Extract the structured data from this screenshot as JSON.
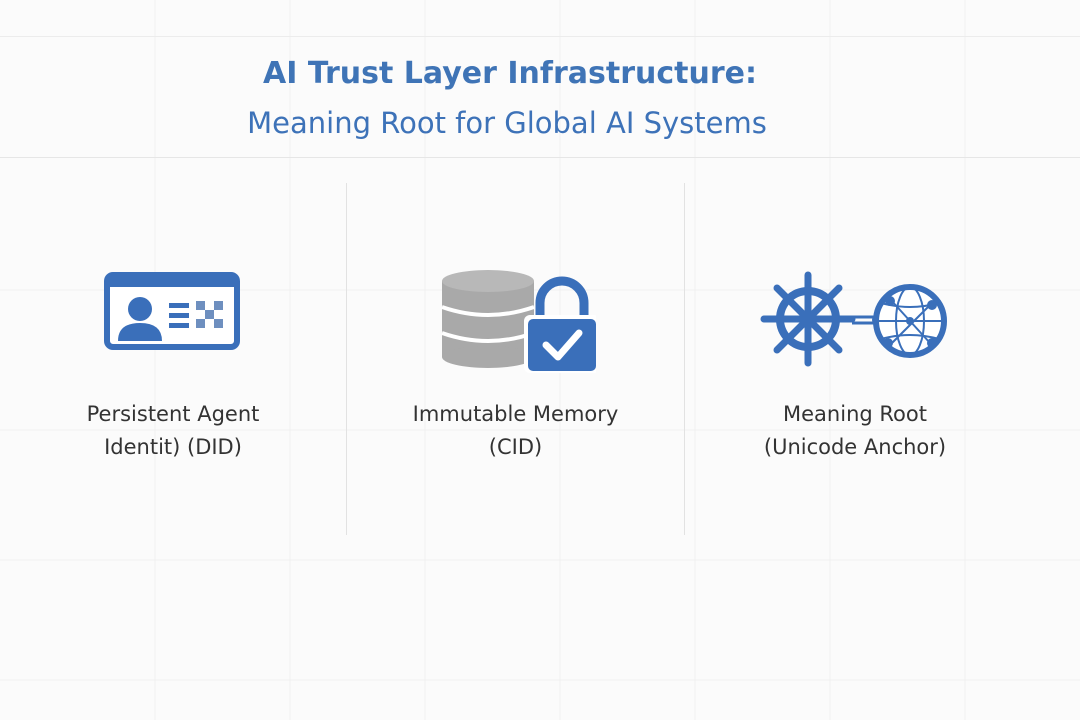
{
  "header": {
    "title": "AI Trust Layer Infrastructure:",
    "subtitle": "Meaning Root for Global AI Systems"
  },
  "panels": [
    {
      "icon": "id-card-icon",
      "label_line1": "Persistent Agent",
      "label_line2": "Identit) (DID)"
    },
    {
      "icon": "database-lock-icon",
      "label_line1": "Immutable Memory",
      "label_line2": "(CID)"
    },
    {
      "icon": "ship-wheel-globe-icon",
      "label_line1": "Meaning Root",
      "label_line2": "(Unicode Anchor)"
    }
  ],
  "colors": {
    "accent": "#3d72b8",
    "icon_blue": "#3a6fba",
    "icon_gray": "#a9a9a9",
    "text": "#333333"
  }
}
